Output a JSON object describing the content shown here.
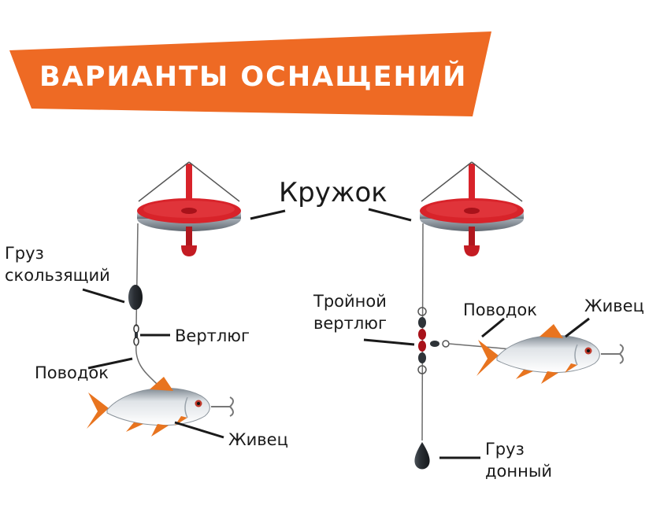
{
  "title": "ВАРИАНТЫ ОСНАЩЕНИЙ",
  "colors": {
    "banner": "#ee6a24",
    "float_red": "#d8232a",
    "float_dark_red": "#a8121a",
    "float_rim": "#9aa3ad",
    "line": "#6d6d6d",
    "pointer": "#1a1a1a",
    "sinker": "#2e3338",
    "fish_fin": "#e8741f",
    "fish_body": "#d9dde2"
  },
  "labels": {
    "float": "Кружок",
    "left": {
      "sinker_line1": "Груз",
      "sinker_line2": "скользящий",
      "swivel": "Вертлюг",
      "leader": "Поводок",
      "bait": "Живец"
    },
    "right": {
      "swivel_line1": "Тройной",
      "swivel_line2": "вертлюг",
      "leader": "Поводок",
      "bait": "Живец",
      "sinker_line1": "Груз",
      "sinker_line2": "донный"
    }
  },
  "icons": [
    "float-icon",
    "sliding-sinker-icon",
    "swivel-icon",
    "triple-swivel-icon",
    "bottom-sinker-icon",
    "bait-fish-icon",
    "hook-icon"
  ]
}
